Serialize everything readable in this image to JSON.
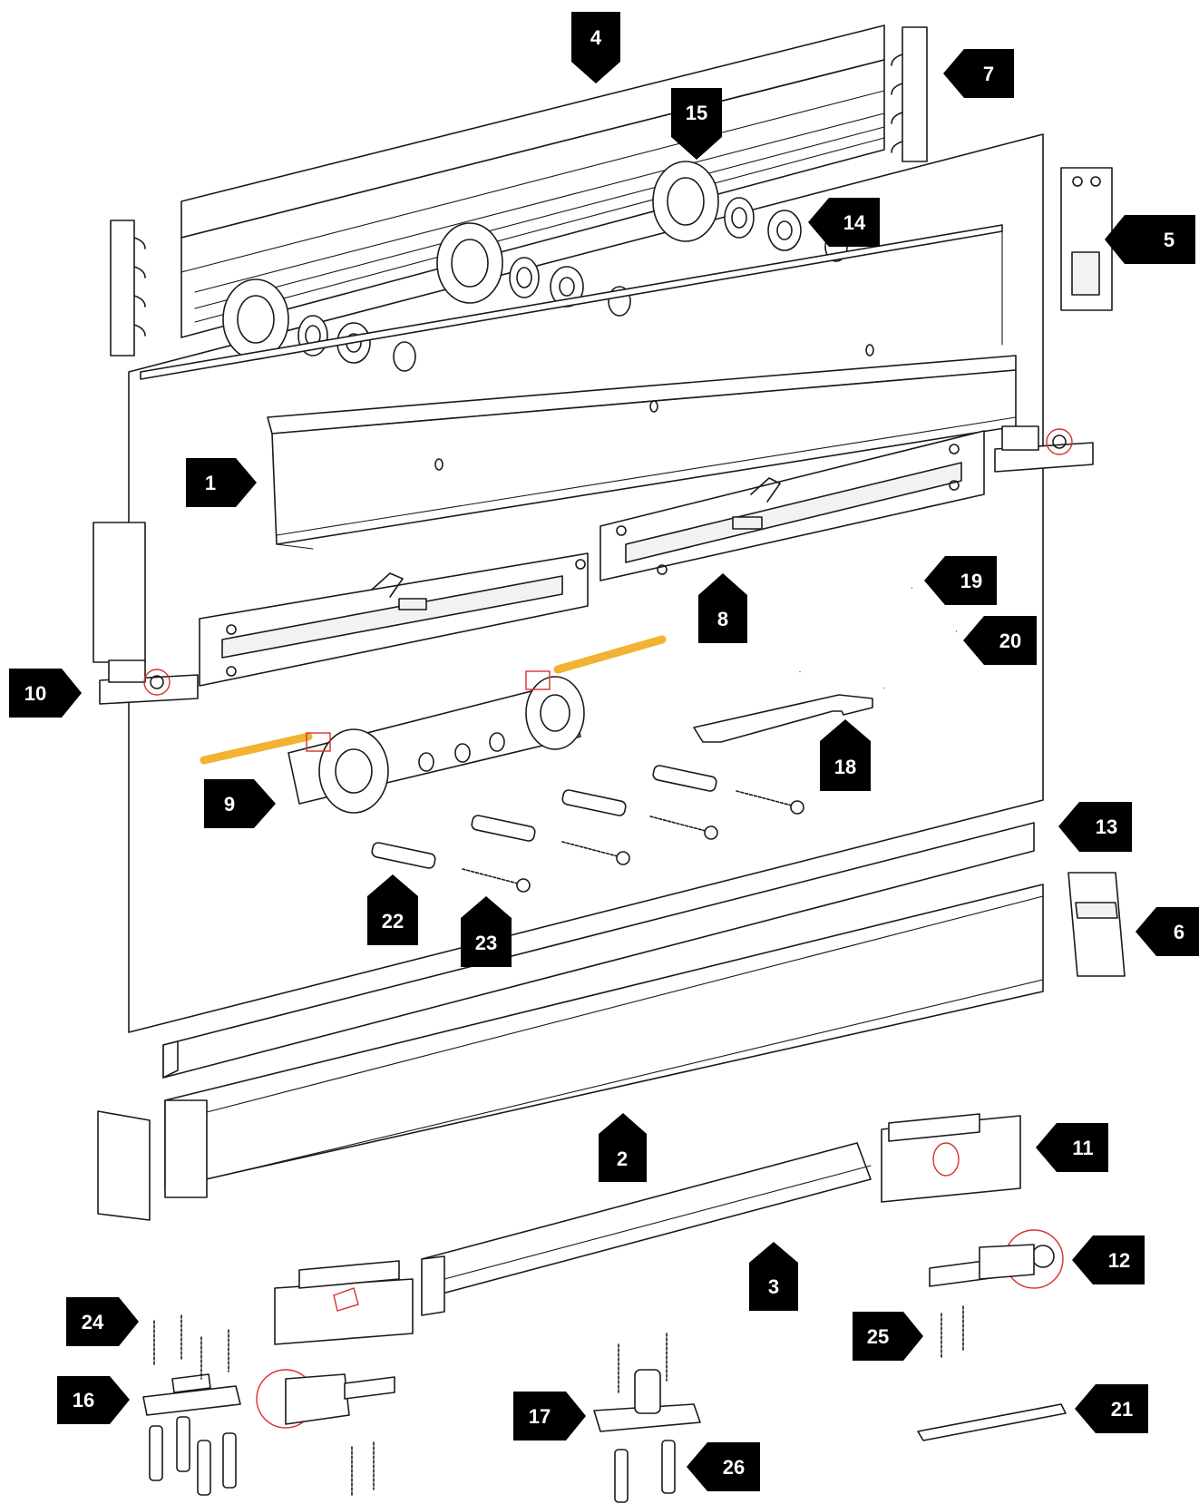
{
  "labels": [
    {
      "id": "1",
      "text": "1"
    },
    {
      "id": "2",
      "text": "2"
    },
    {
      "id": "3",
      "text": "3"
    },
    {
      "id": "4",
      "text": "4"
    },
    {
      "id": "5",
      "text": "5"
    },
    {
      "id": "6",
      "text": "6"
    },
    {
      "id": "7",
      "text": "7"
    },
    {
      "id": "8",
      "text": "8"
    },
    {
      "id": "9",
      "text": "9"
    },
    {
      "id": "10",
      "text": "10"
    },
    {
      "id": "11",
      "text": "11"
    },
    {
      "id": "12",
      "text": "12"
    },
    {
      "id": "13",
      "text": "13"
    },
    {
      "id": "14",
      "text": "14"
    },
    {
      "id": "15",
      "text": "15"
    },
    {
      "id": "16",
      "text": "16"
    },
    {
      "id": "17",
      "text": "17"
    },
    {
      "id": "18",
      "text": "18"
    },
    {
      "id": "19",
      "text": "19"
    },
    {
      "id": "20",
      "text": "20"
    },
    {
      "id": "21",
      "text": "21"
    },
    {
      "id": "22",
      "text": "22"
    },
    {
      "id": "23",
      "text": "23"
    },
    {
      "id": "24",
      "text": "24"
    },
    {
      "id": "25",
      "text": "25"
    },
    {
      "id": "26",
      "text": "26"
    }
  ],
  "colors": {
    "line": "#1a1a1a",
    "label_bg": "#000000",
    "label_text": "#ffffff",
    "rod": "#f2b233",
    "accent_red": "#d8302b"
  }
}
